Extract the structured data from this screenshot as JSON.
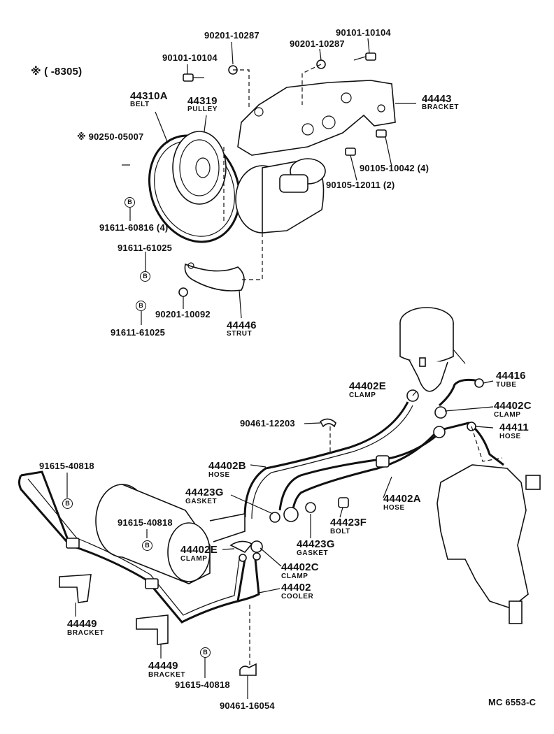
{
  "header": {
    "note": "※ (     -8305)"
  },
  "footer": {
    "code": "MC  6553-C"
  },
  "labels": {
    "p90201_10287_a": "90201-10287",
    "p90101_10104_a": "90101-10104",
    "p90201_10287_b": "90201-10287",
    "p90101_10104_b": "90101-10104",
    "p44310A": "44310A",
    "belt": "BELT",
    "p44319": "44319",
    "pulley": "PULLEY",
    "p44443": "44443",
    "bracket_a": "BRACKET",
    "p90250": "※ 90250-05007",
    "p90105_10042": "90105-10042 (4)",
    "p90105_12011": "90105-12011 (2)",
    "p91611_60816": "91611-60816 (4)",
    "p91611_61025_a": "91611-61025",
    "p90201_10092": "90201-10092",
    "p91611_61025_b": "91611-61025",
    "p44446": "44446",
    "strut": "STRUT",
    "p44402E_a": "44402E",
    "clamp_a": "CLAMP",
    "p44416": "44416",
    "tube": "TUBE",
    "p44402C_a": "44402C",
    "clamp_b": "CLAMP",
    "p90461_12203": "90461-12203",
    "p44411": "44411",
    "hose_a": "HOSE",
    "p91615_40818_a": "91615-40818",
    "p44402B": "44402B",
    "hose_b": "HOSE",
    "p44423G_a": "44423G",
    "gasket_a": "GASKET",
    "p44402A": "44402A",
    "hose_c": "HOSE",
    "p91615_40818_b": "91615-40818",
    "p44423F": "44423F",
    "bolt": "BOLT",
    "p44402E_b": "44402E",
    "clamp_c": "CLAMP",
    "p44423G_b": "44423G",
    "gasket_b": "GASKET",
    "p44402C_b": "44402C",
    "clamp_d": "CLAMP",
    "p44402": "44402",
    "cooler": "COOLER",
    "p44449_a": "44449",
    "bracket_b": "BRACKET",
    "p44449_b": "44449",
    "bracket_c": "BRACKET",
    "p91615_40818_c": "91615-40818",
    "p90461_16054": "90461-16054"
  },
  "marks": {
    "b": "B"
  }
}
